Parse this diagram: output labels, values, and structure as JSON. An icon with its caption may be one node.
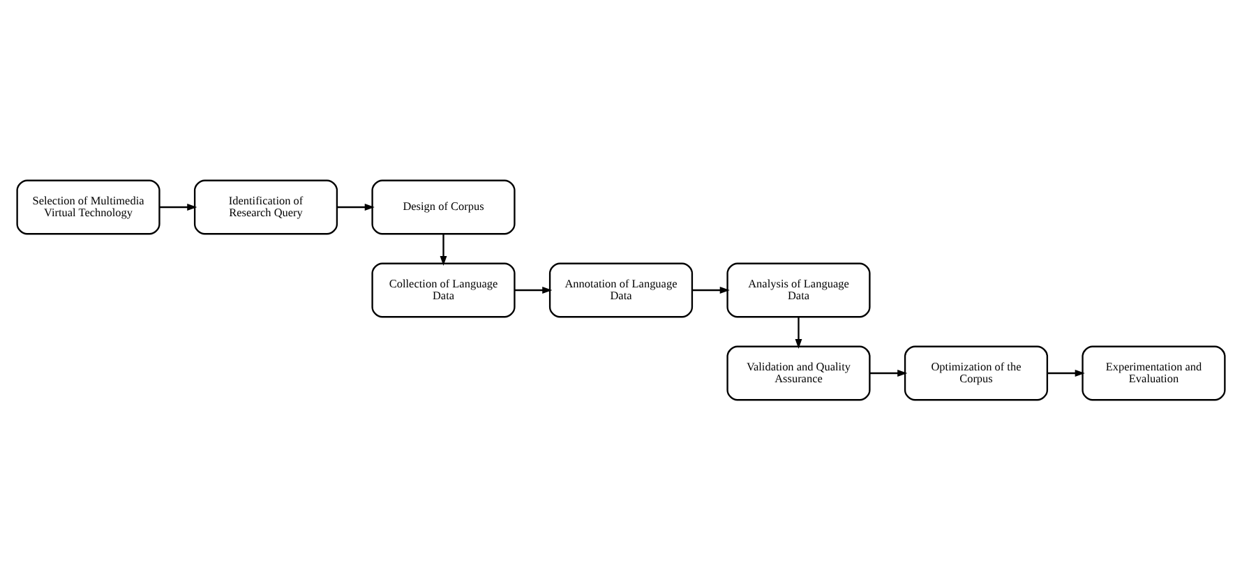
{
  "diagram": {
    "nodes": [
      {
        "text": [
          "Selection of Multimedia Virtual Technology"
        ]
      },
      {
        "text": [
          "Identification of Research Query"
        ]
      },
      {
        "text": [
          "Design of Corpus"
        ]
      },
      {
        "text": [
          "Collection of Language Data"
        ]
      },
      {
        "text": [
          "Annotation of Language Data"
        ]
      },
      {
        "text": [
          "Analysis of Language Data"
        ]
      },
      {
        "text": [
          "Validation and Quality Assurance"
        ]
      },
      {
        "text": [
          "Optimization of the Corpus"
        ]
      },
      {
        "text": [
          "Experimentation and Evaluation"
        ]
      }
    ],
    "edges": [
      {
        "from": 0,
        "to": 1,
        "arrow": "to"
      },
      {
        "from": 1,
        "to": 2,
        "arrow": "to"
      },
      {
        "from": 2,
        "to": 3,
        "arrow": "to"
      },
      {
        "from": 3,
        "to": 4,
        "arrow": "to"
      },
      {
        "from": 4,
        "to": 5,
        "arrow": "to"
      },
      {
        "from": 5,
        "to": 6,
        "arrow": "to"
      },
      {
        "from": 6,
        "to": 7,
        "arrow": "to"
      },
      {
        "from": 7,
        "to": 8,
        "arrow": "to"
      }
    ]
  }
}
